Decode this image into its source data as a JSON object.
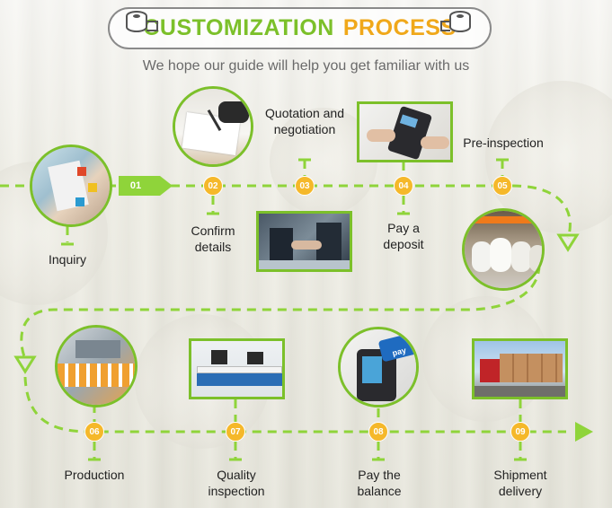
{
  "header": {
    "title_part1": "CUSTOMIZATION",
    "title_part2": "PROCESS",
    "subtitle": "We hope our guide will help you get familiar with us"
  },
  "steps": [
    {
      "num": "01",
      "label": "Inquiry"
    },
    {
      "num": "02",
      "label": "Confirm details"
    },
    {
      "num": "03",
      "label": "Quotation and negotiation"
    },
    {
      "num": "04",
      "label": "Pay a deposit"
    },
    {
      "num": "05",
      "label": "Pre-inspection"
    },
    {
      "num": "06",
      "label": "Production"
    },
    {
      "num": "07",
      "label": "Quality inspection"
    },
    {
      "num": "08",
      "label": "Pay the balance"
    },
    {
      "num": "09",
      "label": "Shipment delivery"
    }
  ],
  "photo_text": {
    "pay_card": "pay"
  },
  "colors": {
    "accent_green": "#7cc02a",
    "accent_orange": "#f0a81a",
    "badge": "#f5b82a"
  }
}
